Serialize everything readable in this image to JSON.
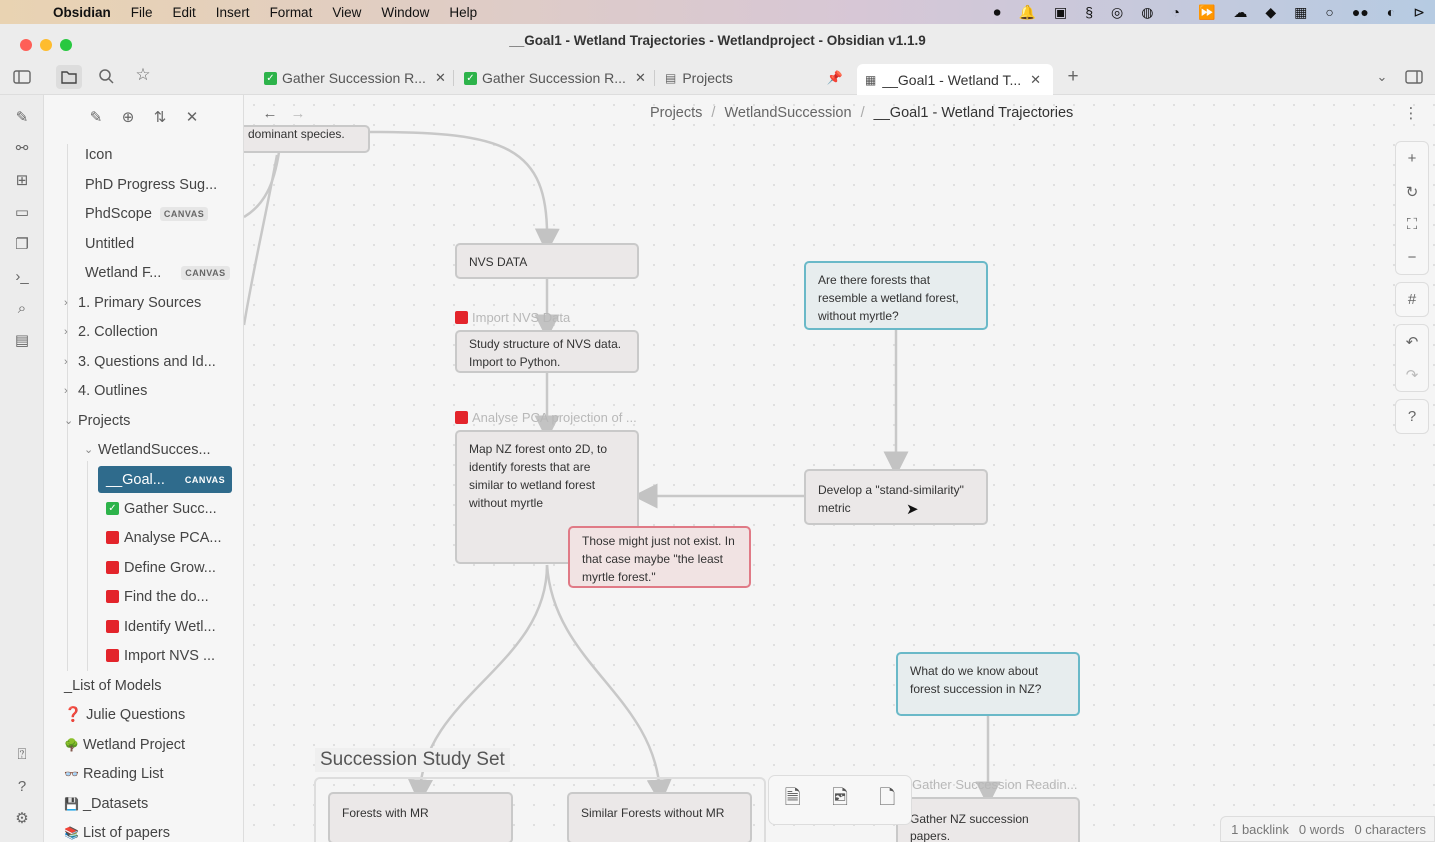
{
  "menubar": {
    "app": "Obsidian",
    "items": [
      "File",
      "Edit",
      "Insert",
      "Format",
      "View",
      "Window",
      "Help"
    ]
  },
  "window": {
    "title": "__Goal1 - Wetland Trajectories - Wetlandproject - Obsidian v1.1.9"
  },
  "tabs": [
    {
      "label": "Gather Succession R...",
      "icon": "checkbox-icon"
    },
    {
      "label": "Gather Succession R...",
      "icon": "checkbox-icon"
    },
    {
      "label": "Projects",
      "icon": "document-icon"
    },
    {
      "label": "__Goal1 - Wetland T...",
      "icon": "canvas-icon",
      "active": true
    }
  ],
  "sidebar": {
    "items": [
      {
        "label": "Icon"
      },
      {
        "label": "PhD Progress Sug..."
      },
      {
        "label": "PhdScope",
        "badge": "CANVAS"
      },
      {
        "label": "Untitled"
      },
      {
        "label": "Wetland F...",
        "badge": "CANVAS"
      },
      {
        "label": "1. Primary Sources",
        "folder": true
      },
      {
        "label": "2. Collection",
        "folder": true
      },
      {
        "label": "3. Questions and Id...",
        "folder": true
      },
      {
        "label": "4. Outlines",
        "folder": true
      },
      {
        "label": "Projects",
        "folder": true,
        "open": true
      },
      {
        "label": "WetlandSucces...",
        "folder": true,
        "open": true
      },
      {
        "label": "__Goal...",
        "badge": "CANVAS",
        "selected": true
      },
      {
        "label": "Gather Succ...",
        "mark": "green"
      },
      {
        "label": "Analyse PCA...",
        "mark": "red"
      },
      {
        "label": "Define Grow...",
        "mark": "red"
      },
      {
        "label": "Find the do...",
        "mark": "red"
      },
      {
        "label": "Identify Wetl...",
        "mark": "red"
      },
      {
        "label": "Import NVS ...",
        "mark": "red"
      },
      {
        "label": "_List of Models"
      },
      {
        "label": "Julie Questions",
        "emoji": "❓"
      },
      {
        "label": "Wetland Project",
        "emoji": "🌳"
      },
      {
        "label": "Reading List",
        "emoji": "👓"
      },
      {
        "label": "_Datasets",
        "emoji": "💾"
      },
      {
        "label": "List of papers",
        "emoji": "📚"
      }
    ]
  },
  "breadcrumb": [
    "Projects",
    "WetlandSuccession",
    "__Goal1 - Wetland Trajectories"
  ],
  "canvas": {
    "nodes": {
      "top_partial": "dominant species.",
      "nvs": "NVS DATA",
      "study": "Study structure of NVS data. Import to Python.",
      "map": "Map NZ forest onto 2D, to identify forests that are similar to wetland forest without myrtle",
      "question1": "Are there forests that resemble a wetland forest, without myrtle?",
      "metric": "Develop a \"stand-similarity\" metric",
      "exist": "Those might just not exist. In that case maybe \"the least myrtle forest.\"",
      "question2": "What do we know about forest succession in NZ?",
      "forests_mr": "Forests with MR",
      "similar": "Similar Forests without MR",
      "gather": "Gather NZ succession papers."
    },
    "labels": {
      "import": "Import NVS Data",
      "analyse": "Analyse PCA projection of ...",
      "gather": "Gather Succession Readin..."
    },
    "group": "Succession Study Set"
  },
  "status": {
    "backlinks": "1 backlink",
    "words": "0 words",
    "chars": "0 characters"
  }
}
